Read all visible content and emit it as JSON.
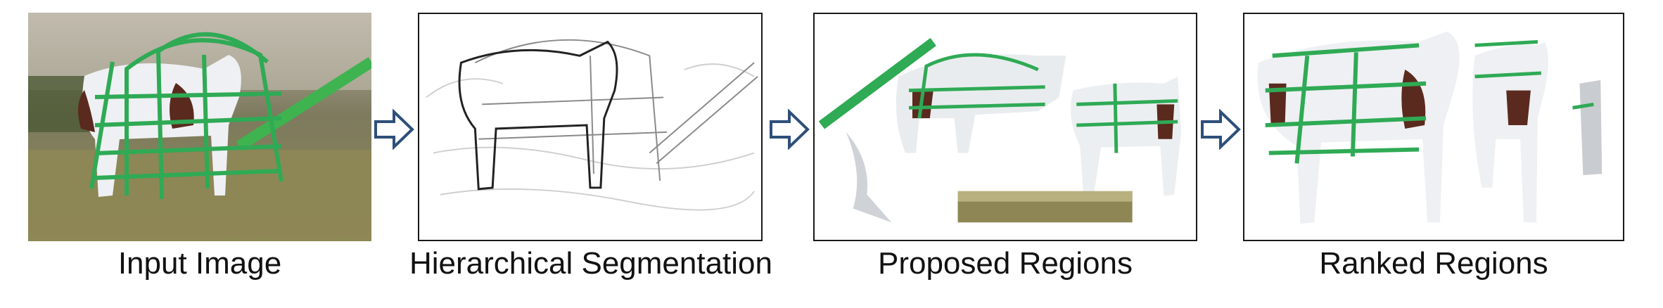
{
  "captions": {
    "input": "Input Image",
    "segmentation": "Hierarchical Segmentation",
    "proposed": "Proposed Regions",
    "ranked": "Ranked Regions"
  },
  "colors": {
    "arrow_stroke": "#2e4f7a",
    "jungle_gym": "#2faa55",
    "horse_white": "#eef0f3",
    "horse_brown": "#5a2a1e",
    "grass": "#8a8a4c",
    "contour": "#222222"
  },
  "icons": [
    "arrow-right-icon",
    "arrow-right-icon",
    "arrow-right-icon"
  ]
}
